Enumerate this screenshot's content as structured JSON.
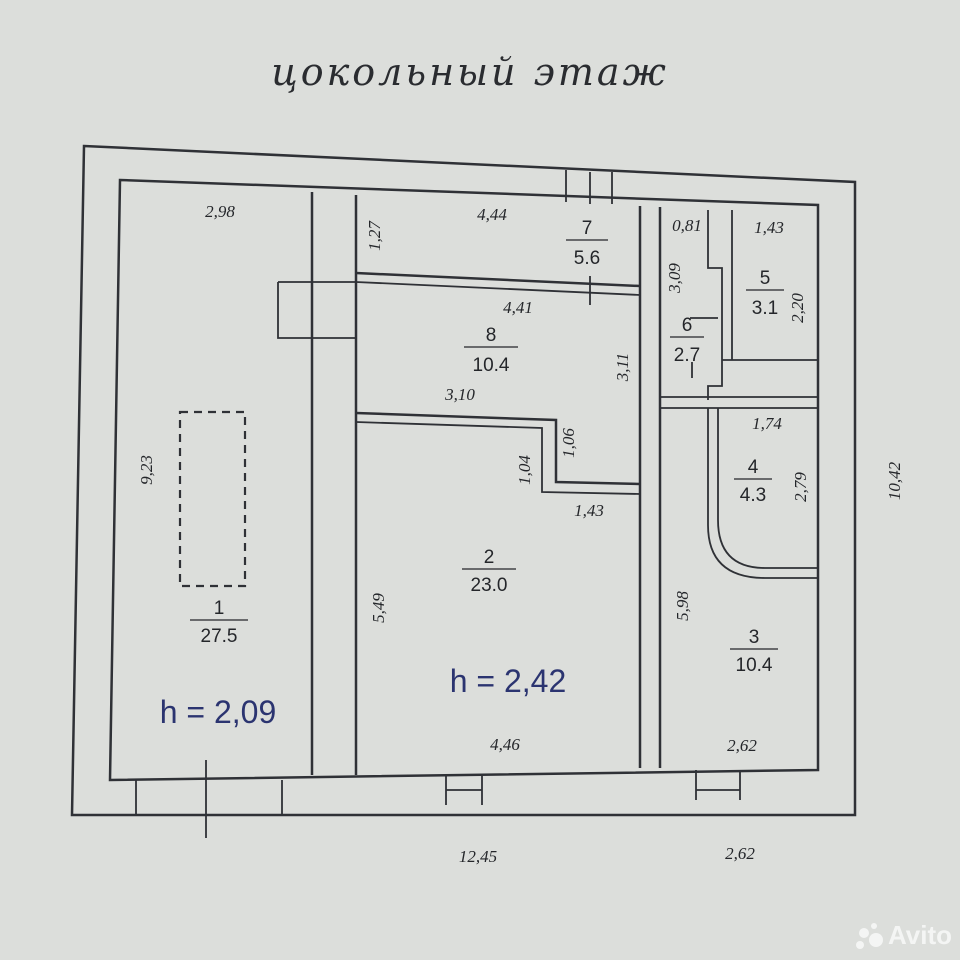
{
  "title": "цокольный этаж",
  "rooms": [
    {
      "number": "1",
      "area": "27.5"
    },
    {
      "number": "2",
      "area": "23.0"
    },
    {
      "number": "3",
      "area": "10.4"
    },
    {
      "number": "4",
      "area": "4.3"
    },
    {
      "number": "5",
      "area": "3.1"
    },
    {
      "number": "6",
      "area": "2.7"
    },
    {
      "number": "7",
      "area": "5.6"
    },
    {
      "number": "8",
      "area": "10.4"
    }
  ],
  "heights": {
    "left": "h = 2,09",
    "center": "h = 2,42"
  },
  "dimensions": {
    "room1_width": "2,98",
    "room1_length": "9,23",
    "room7_depth": "1,27",
    "room7_width": "4,44",
    "room8_width": "4,41",
    "room8_bottom": "3,10",
    "room8_height": "3,11",
    "step_a": "1,06",
    "step_b": "1,04",
    "step_c": "1,43",
    "room2_height": "5,49",
    "room2_width": "4,46",
    "room6_width": "0,81",
    "room6_height": "3,09",
    "room5_width": "1,43",
    "room5_height": "2,20",
    "room4_width": "1,74",
    "room4_height": "2,79",
    "room3_height": "5,98",
    "room3_width": "2,62",
    "overall_height": "10,42",
    "overall_width": "12,45",
    "overall_right": "2,62"
  },
  "watermark": "Avito"
}
